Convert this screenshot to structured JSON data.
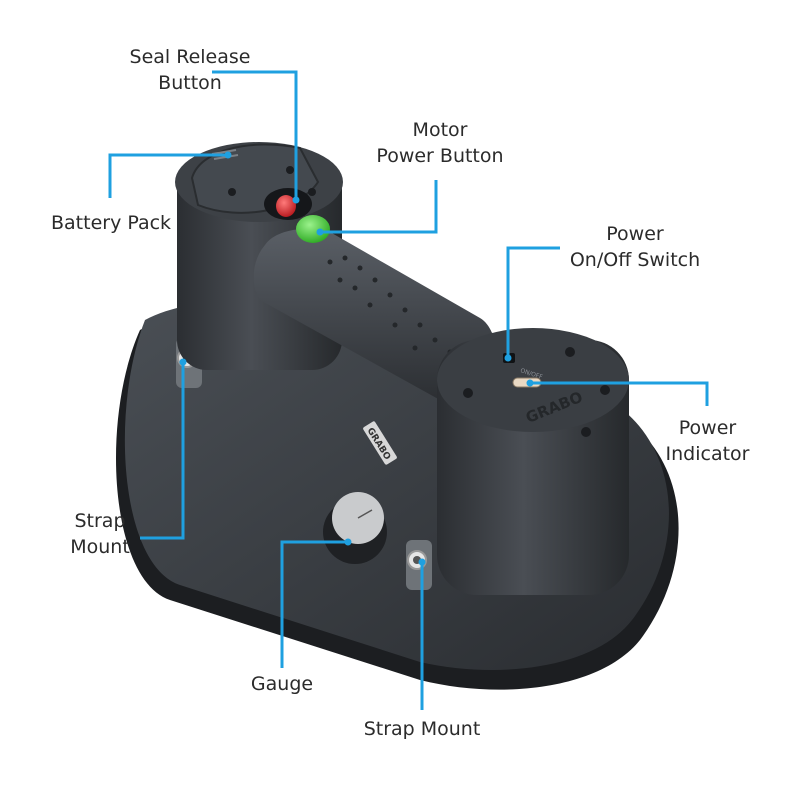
{
  "theme": {
    "leader_color": "#1fa0e0",
    "body_color": "#34383d",
    "seal_button_color": "#d4242a",
    "motor_button_color": "#3ccf33",
    "background": "#ffffff"
  },
  "device": {
    "brand": "GRABO",
    "label_plate": "GRABO",
    "switch_marking": "ON/OFF"
  },
  "callouts": {
    "seal_release": {
      "line1": "Seal Release",
      "line2": "Button"
    },
    "motor_power": {
      "line1": "Motor",
      "line2": "Power Button"
    },
    "battery_pack": {
      "line1": "Battery Pack"
    },
    "power_switch": {
      "line1": "Power",
      "line2": "On/Off Switch"
    },
    "power_indicator": {
      "line1": "Power",
      "line2": "Indicator"
    },
    "strap_mount_left": {
      "line1": "Strap",
      "line2": "Mount"
    },
    "gauge": {
      "line1": "Gauge"
    },
    "strap_mount_bottom": {
      "line1": "Strap Mount"
    }
  }
}
